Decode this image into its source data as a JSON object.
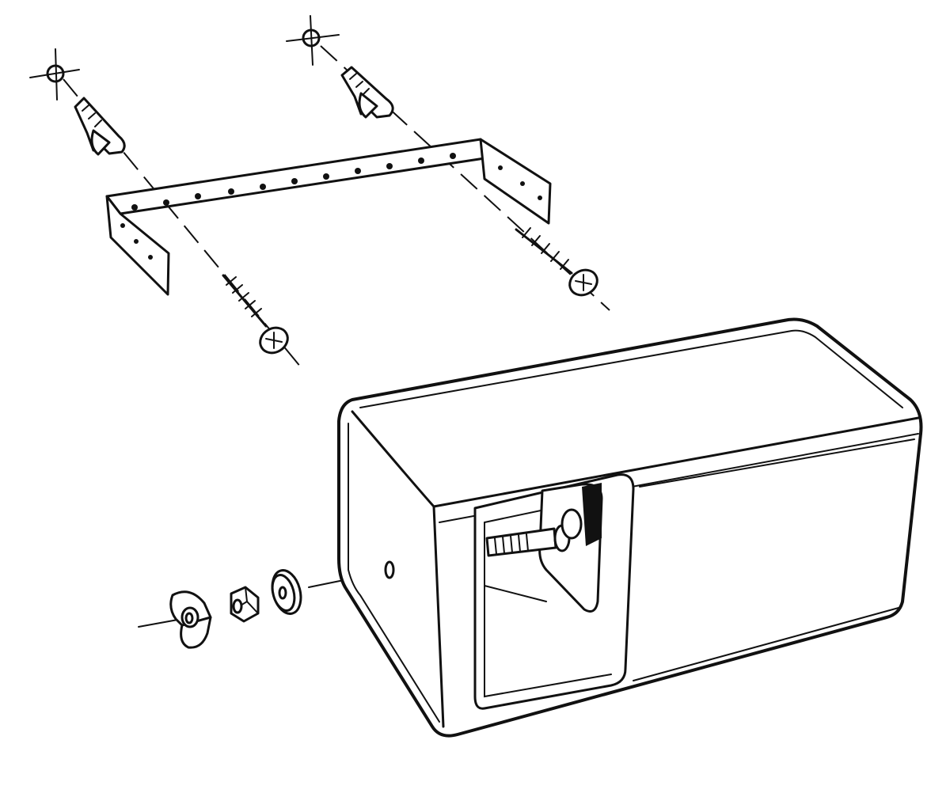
{
  "diagram": {
    "type": "exploded-assembly",
    "colors": {
      "line": "#111111",
      "background": "#ffffff"
    },
    "parts": [
      "wall-marker",
      "wall-plug",
      "mounting-bracket",
      "wood-screw",
      "speaker-box",
      "washer",
      "hex-nut",
      "wing-nut"
    ]
  }
}
